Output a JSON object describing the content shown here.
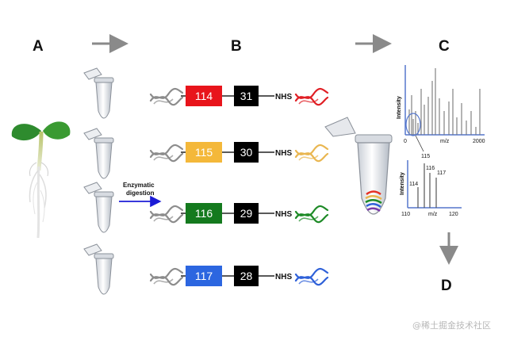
{
  "labels": {
    "a": "A",
    "b": "B",
    "c": "C",
    "d": "D"
  },
  "digestion": {
    "line1": "Enzymatic",
    "line2": "digestion"
  },
  "tags": [
    {
      "reporter": "114",
      "balancer": "31",
      "group": "NHS",
      "color": "#e8141b",
      "strand": "#e01e24",
      "num_color": "#ffffff"
    },
    {
      "reporter": "115",
      "balancer": "30",
      "group": "NHS",
      "color": "#f4b83a",
      "strand": "#e9b650",
      "num_color": "#ffffff"
    },
    {
      "reporter": "116",
      "balancer": "29",
      "group": "NHS",
      "color": "#147a1e",
      "strand": "#1d8a26",
      "num_color": "#ffffff"
    },
    {
      "reporter": "117",
      "balancer": "28",
      "group": "NHS",
      "color": "#2c66e0",
      "strand": "#2e60d8",
      "num_color": "#ffffff"
    }
  ],
  "spectrum": {
    "ylabel": "Intensity",
    "xlabel": "m/z",
    "xmin": "0",
    "xmax": "2000",
    "zoom_peak": "115"
  },
  "inset": {
    "ylabel": "Intensity",
    "xlabel": "m/z",
    "xmin": "110",
    "xmax": "120",
    "peaks": [
      "114",
      "116",
      "117"
    ]
  },
  "watermark": "@稀土掘金技术社区",
  "colors": {
    "arrow_gray": "#8a8a8a",
    "arrow_blue": "#1b1bd6",
    "axis": "#5577cc"
  }
}
